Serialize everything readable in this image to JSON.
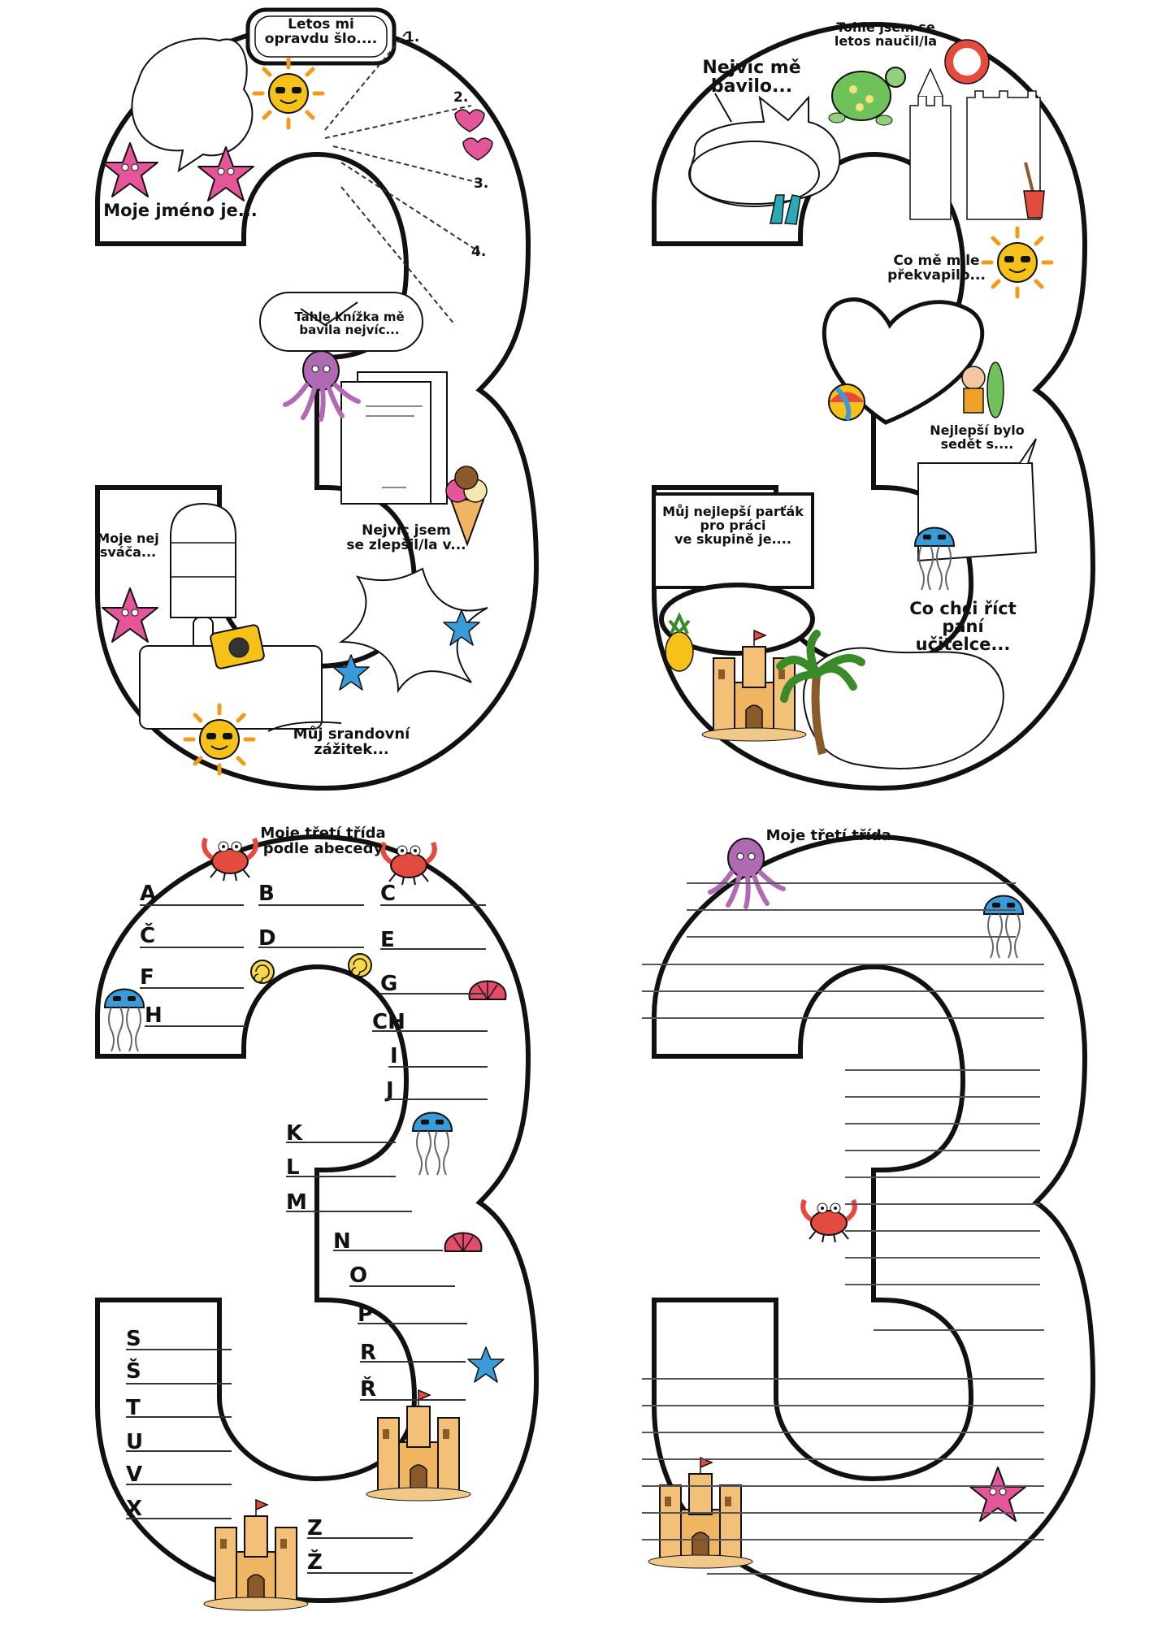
{
  "page": {
    "panel1": {
      "letos": "Letos mi\nopravdu šlo....",
      "nums": [
        "1.",
        "2.",
        "3.",
        "4."
      ],
      "jmeno": "Moje jméno je...",
      "knizka": "Tahle knížka mě\nbavila nejvíc...",
      "svaca": "Moje nej\nsváča...",
      "zlepsil": "Nejvíc jsem\nse zlepšil/la v...",
      "zazitek": "Můj srandovní\nzážitek..."
    },
    "panel2": {
      "bavilo": "Nejvíc mě\nbavilo...",
      "naucil": "Tohle jsem se\nletos naučil/la",
      "prekvapilo": "Co mě mile\npřekvapilo...",
      "sedet": "Nejlepší bylo\nsedět s....",
      "partak": "Můj nejlepší parťák\npro práci\nve skupině je....",
      "ucitelce": "Co chci říct\npaní učitelce..."
    },
    "panel3": {
      "title": "Moje třetí třída\npodle abecedy",
      "letters": [
        "A",
        "B",
        "C",
        "Č",
        "D",
        "E",
        "F",
        "G",
        "H",
        "CH",
        "I",
        "J",
        "K",
        "L",
        "M",
        "N",
        "O",
        "P",
        "R",
        "Ř",
        "S",
        "Š",
        "T",
        "U",
        "V",
        "X",
        "Z",
        "Ž"
      ]
    },
    "panel4": {
      "title": "Moje třetí třída..."
    }
  },
  "colors": {
    "outline": "#111111",
    "pink": "#e4559a",
    "sun": "#f6c21a",
    "blue": "#3a9bd9",
    "purple": "#b06ab3",
    "sand": "#f0b560",
    "red": "#e34b3e",
    "green": "#5bb84a"
  },
  "icons": [
    "sun-icon",
    "starfish-icon",
    "octopus-icon",
    "jellyfish-icon",
    "crab-icon",
    "turtle-icon",
    "lifebuoy-icon",
    "ball-icon",
    "sandcastle-icon",
    "palm-tree-icon",
    "pineapple-icon",
    "ice-cream-icon",
    "camera-icon",
    "shell-icon",
    "flipflop-icon",
    "popsicle-icon",
    "flippers-icon",
    "spade-icon"
  ]
}
